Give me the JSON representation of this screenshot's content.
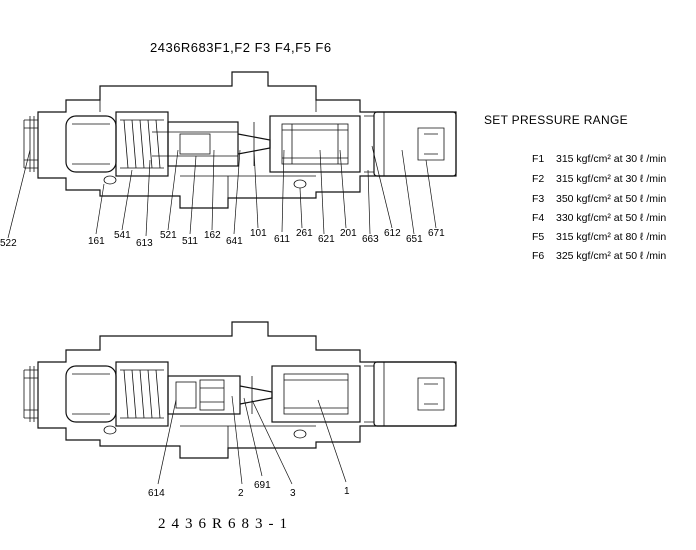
{
  "diagram": {
    "top_title": "2436R683F1,F2 F3 F4,F5 F6",
    "bottom_title": "2436R683-1",
    "top_labels": [
      "522",
      "161",
      "541",
      "613",
      "521",
      "511",
      "162",
      "641",
      "101",
      "611",
      "261",
      "621",
      "201",
      "663",
      "612",
      "651",
      "671"
    ],
    "bottom_labels": [
      "614",
      "2",
      "691",
      "3",
      "1"
    ]
  },
  "pressure_range": {
    "heading": "SET PRESSURE RANGE",
    "rows": [
      {
        "code": "F1",
        "text": "315 kgf/cm² at 30 ℓ /min"
      },
      {
        "code": "F2",
        "text": "315 kgf/cm² at 30 ℓ /min"
      },
      {
        "code": "F3",
        "text": "350 kgf/cm² at 50 ℓ /min"
      },
      {
        "code": "F4",
        "text": "330 kgf/cm² at 50 ℓ /min"
      },
      {
        "code": "F5",
        "text": "315 kgf/cm² at 80 ℓ /min"
      },
      {
        "code": "F6",
        "text": "325 kgf/cm² at 50 ℓ /min"
      }
    ]
  }
}
